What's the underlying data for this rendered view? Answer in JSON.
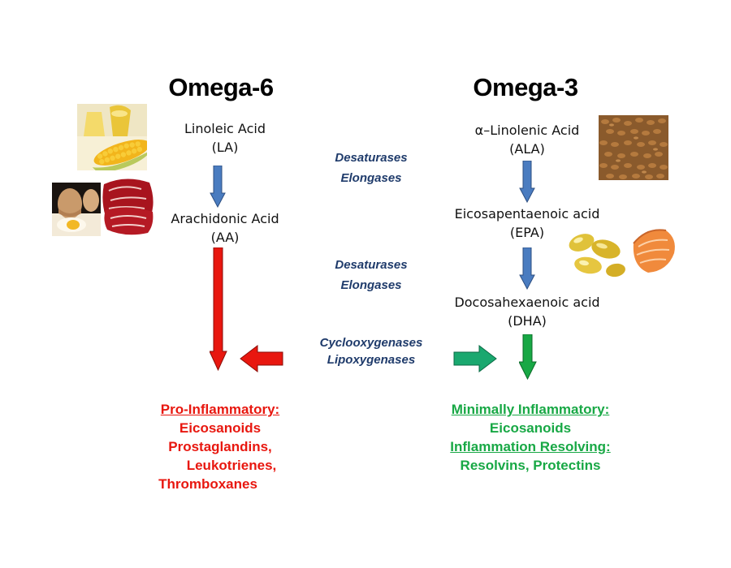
{
  "omega6": {
    "heading": "Omega-6",
    "la": [
      "Linoleic Acid",
      "(LA)"
    ],
    "aa": [
      "Arachidonic Acid",
      "(AA)"
    ],
    "outcome": {
      "title": "Pro-Inflammatory:",
      "lines": [
        "Eicosanoids",
        "Prostaglandins,",
        "Leukotrienes,",
        "Thromboxanes"
      ]
    }
  },
  "omega3": {
    "heading": "Omega-3",
    "ala": [
      "α–Linolenic Acid",
      "(ALA)"
    ],
    "epa": [
      "Eicosapentaenoic acid",
      "(EPA)"
    ],
    "dha": [
      "Docosahexaenoic acid",
      "(DHA)"
    ],
    "outcome": {
      "title": "Minimally Inflammatory:",
      "line1": "Eicosanoids",
      "title2": "Inflammation Resolving:",
      "line2": "Resolvins, Protectins"
    }
  },
  "enzymes": {
    "step1": [
      "Desaturases",
      "Elongases"
    ],
    "step2": [
      "Desaturases",
      "Elongases"
    ],
    "step3": [
      "Cyclooxygenases",
      "Lipoxygenases"
    ]
  },
  "colors": {
    "pro_inflammatory": "#e8170f",
    "anti_inflammatory": "#18a845",
    "enzyme_text": "#1f3b6b",
    "arrow_blue": "#4a7cc0"
  },
  "images": {
    "oil_corn": "oil-and-corn-photo",
    "eggs": "eggs-photo",
    "meat": "red-meat-photo",
    "flaxseed": "flaxseed-photo",
    "fish_oil": "fish-oil-capsules-photo",
    "salmon": "salmon-fillet-photo"
  }
}
